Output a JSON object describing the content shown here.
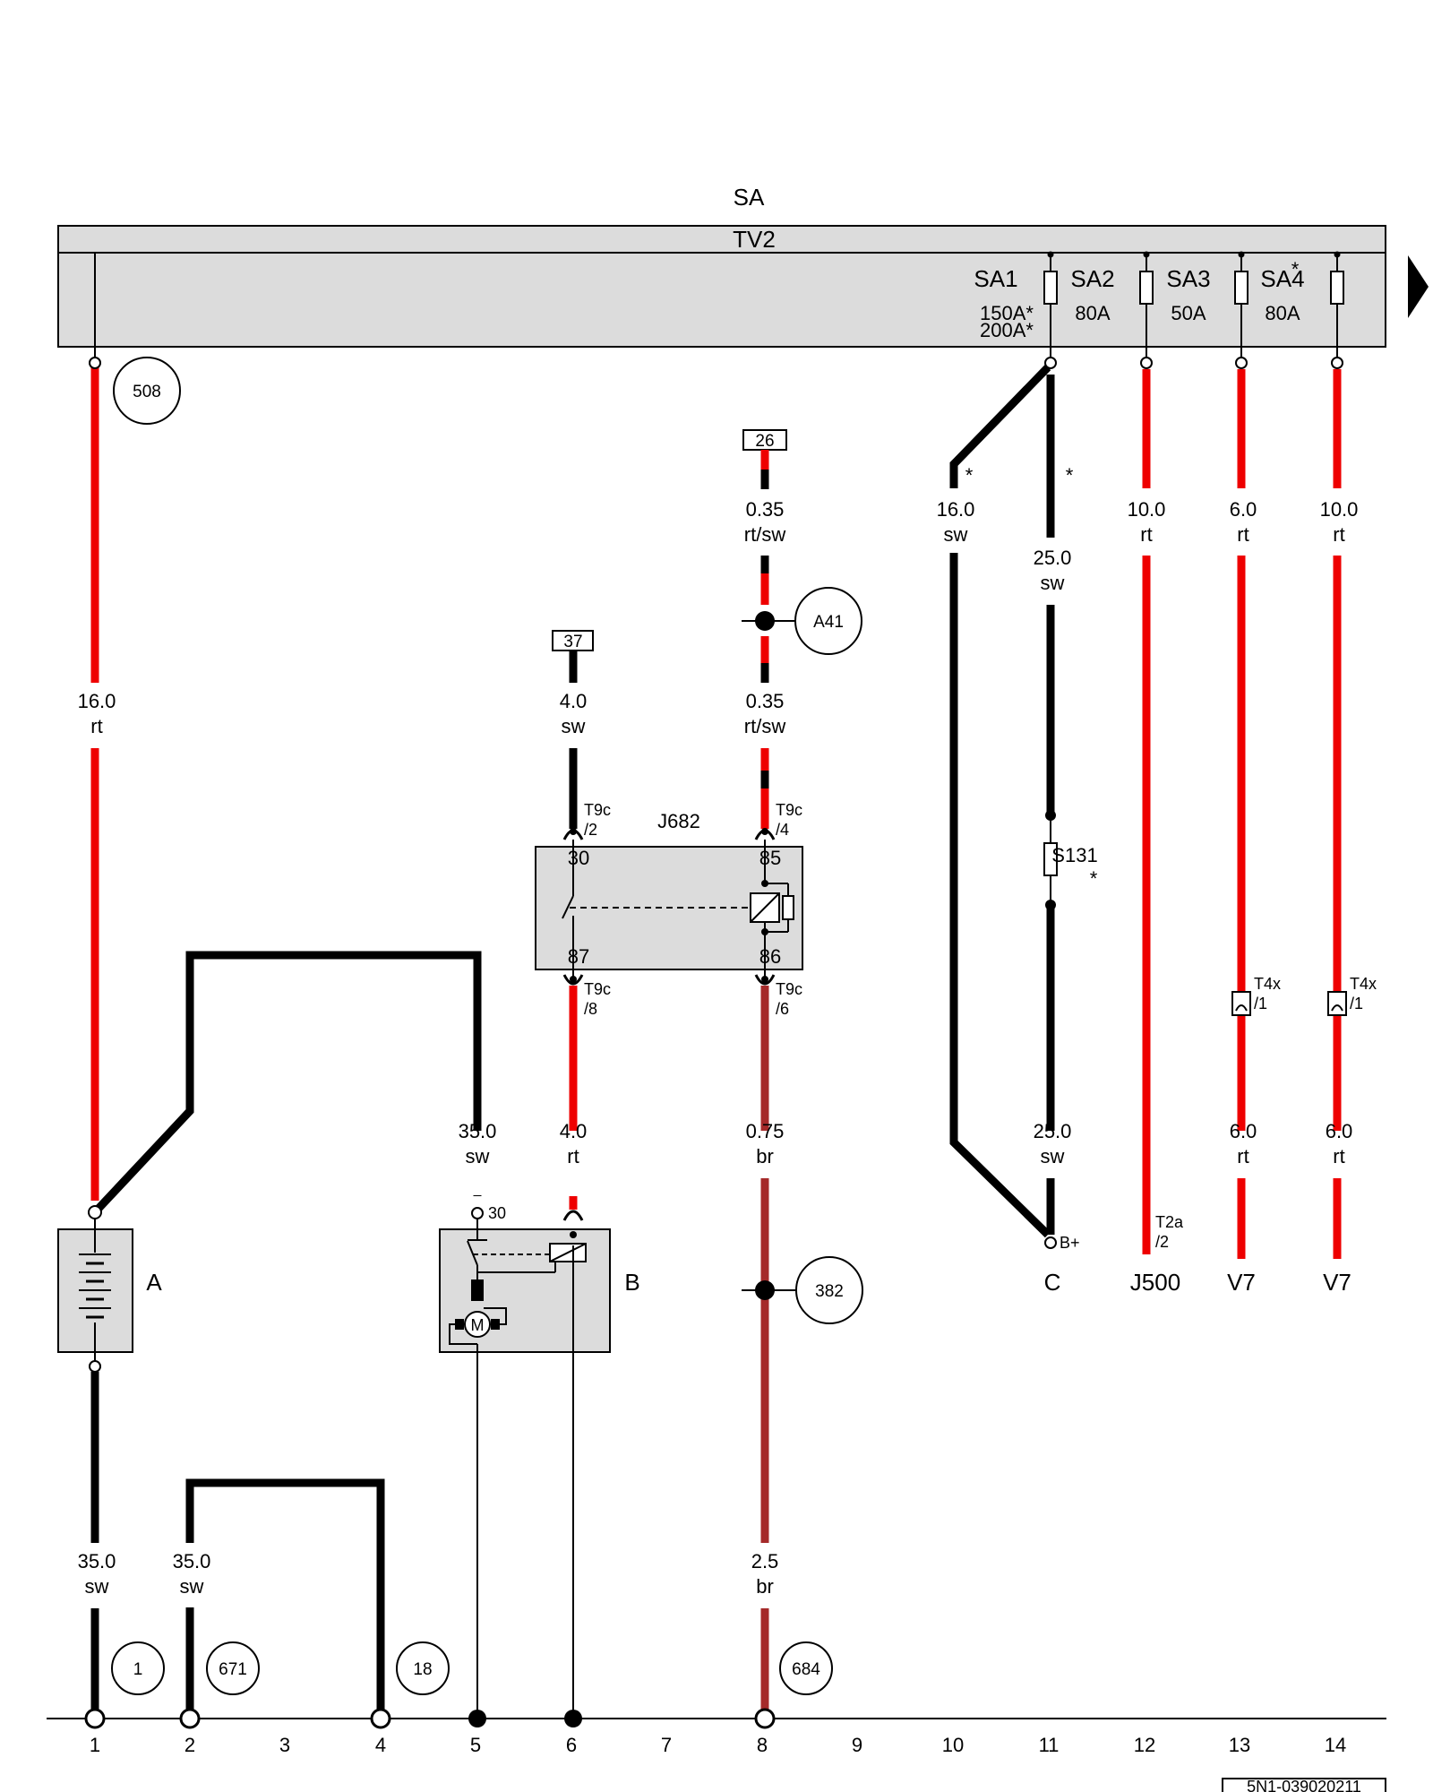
{
  "header": {
    "sa": "SA",
    "tv2": "TV2"
  },
  "fuses": [
    {
      "name": "SA1",
      "rating": "150A*",
      "rating2": "200A*"
    },
    {
      "name": "SA2",
      "rating": "80A"
    },
    {
      "name": "SA3",
      "rating": "50A"
    },
    {
      "name": "SA4",
      "rating": "80A",
      "star": "*"
    }
  ],
  "ref_circles": {
    "c508": "508",
    "cA41": "A41",
    "c382": "382",
    "c1": "1",
    "c671": "671",
    "c18": "18",
    "c684": "684"
  },
  "ref_boxes": {
    "b26": "26",
    "b37": "37"
  },
  "wires": {
    "w1_top": {
      "gauge": "16.0",
      "color": "rt"
    },
    "w8_top1": {
      "gauge": "0.35",
      "color": "rt/sw"
    },
    "w8_top2": {
      "gauge": "0.35",
      "color": "rt/sw"
    },
    "w6_top": {
      "gauge": "4.0",
      "color": "sw"
    },
    "w10": {
      "gauge": "16.0",
      "color": "sw",
      "star": "*"
    },
    "w11_top": {
      "gauge": "25.0",
      "color": "sw",
      "star": "*"
    },
    "w12": {
      "gauge": "10.0",
      "color": "rt"
    },
    "w13_top": {
      "gauge": "6.0",
      "color": "rt"
    },
    "w14_top": {
      "gauge": "10.0",
      "color": "rt"
    },
    "w5": {
      "gauge": "35.0",
      "color": "sw"
    },
    "w6_bot": {
      "gauge": "4.0",
      "color": "rt"
    },
    "w8_mid": {
      "gauge": "0.75",
      "color": "br"
    },
    "w11_bot": {
      "gauge": "25.0",
      "color": "sw"
    },
    "w13_bot": {
      "gauge": "6.0",
      "color": "rt"
    },
    "w14_bot": {
      "gauge": "6.0",
      "color": "rt"
    },
    "w1_bot": {
      "gauge": "35.0",
      "color": "sw"
    },
    "w2_bot": {
      "gauge": "35.0",
      "color": "sw"
    },
    "w8_bot": {
      "gauge": "2.5",
      "color": "br"
    }
  },
  "relay": {
    "name": "J682",
    "pins": {
      "p30": "30",
      "p85": "85",
      "p87": "87",
      "p86": "86"
    },
    "conn": {
      "t_left_top_a": "T9c",
      "t_left_top_b": "/2",
      "t_right_top_a": "T9c",
      "t_right_top_b": "/4",
      "t_left_bot_a": "T9c",
      "t_left_bot_b": "/8",
      "t_right_bot_a": "T9c",
      "t_right_bot_b": "/6"
    }
  },
  "fuse_s131": {
    "name": "S131",
    "star": "*"
  },
  "connectors": {
    "t4x_13": {
      "a": "T4x",
      "b": "/1"
    },
    "t4x_14": {
      "a": "T4x",
      "b": "/1"
    },
    "t2a": {
      "a": "T2a",
      "b": "/2"
    }
  },
  "components": {
    "battery": "A",
    "starter": "B",
    "starter_pin": "30",
    "alternator": "C",
    "alternator_pin": "B+",
    "j500": "J500",
    "v7a": "V7",
    "v7b": "V7",
    "motor": "M"
  },
  "columns": [
    "1",
    "2",
    "3",
    "4",
    "5",
    "6",
    "7",
    "8",
    "9",
    "10",
    "11",
    "12",
    "13",
    "14"
  ],
  "doc_id": "5N1-039020211",
  "colors": {
    "red": "#ee0000",
    "black": "#000000",
    "brown": "#a52a2a",
    "panel": "#dcdcdc"
  }
}
